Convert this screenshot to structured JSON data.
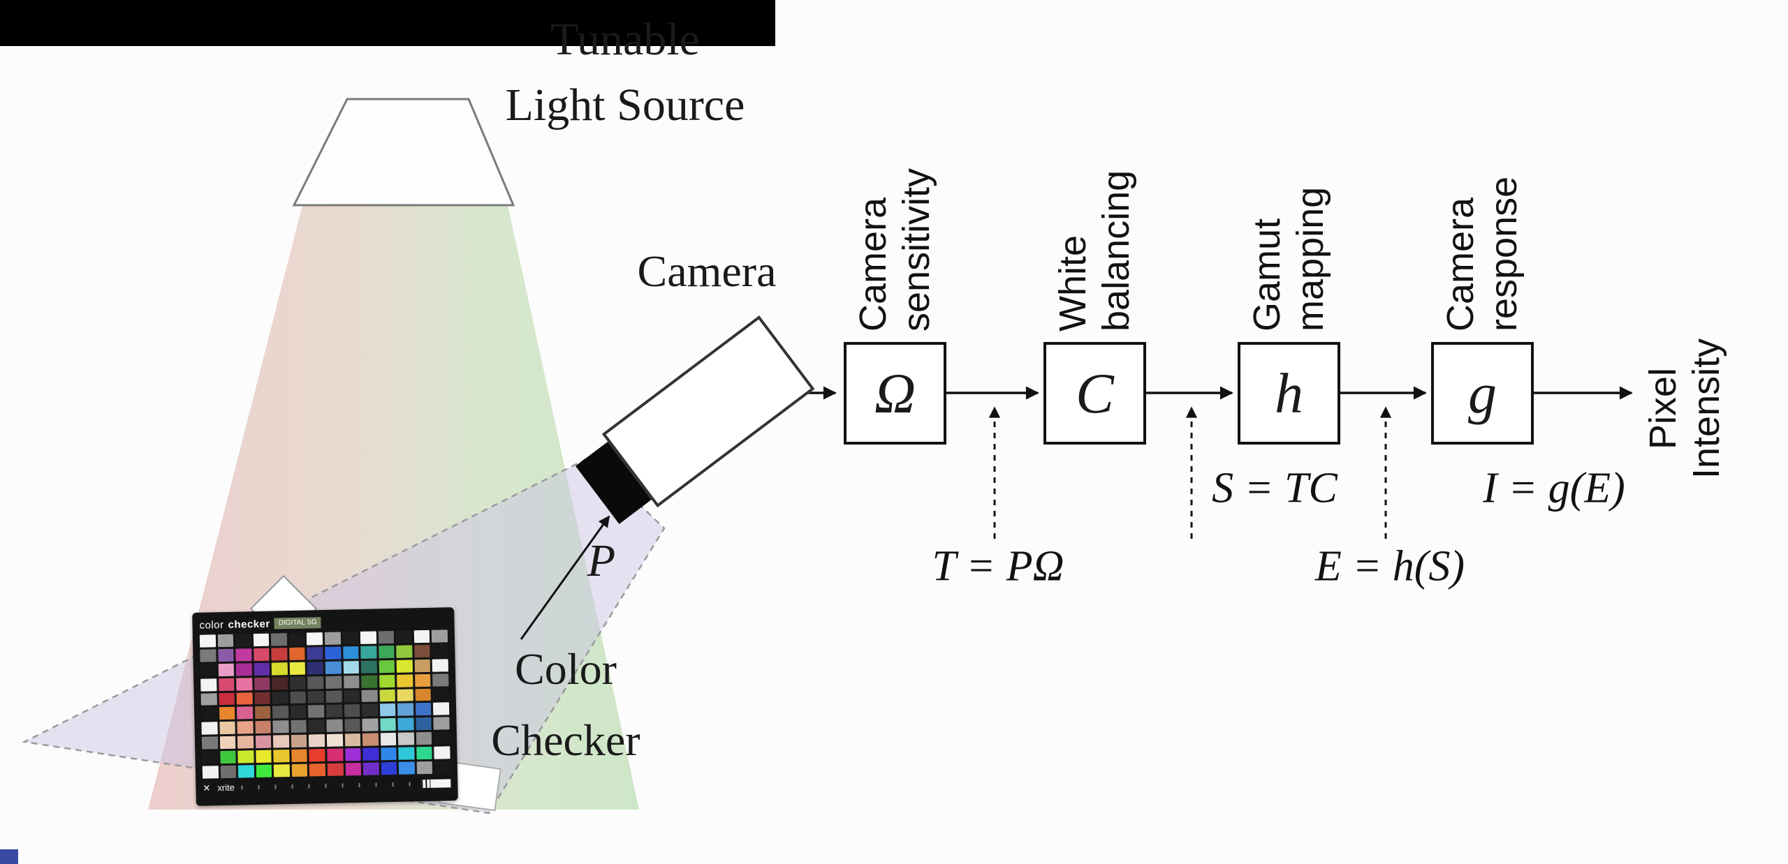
{
  "scene": {
    "light_source": {
      "line1": "Tunable",
      "line2": "Light Source"
    },
    "camera_label": "Camera",
    "p_label": "P",
    "checker_label": {
      "line1": "Color",
      "line2": "Checker"
    },
    "checker": {
      "brand_light": "color",
      "brand_bold": "checker",
      "badge": "DIGITAL SG",
      "logo_mark": "✕",
      "logo": "xrite",
      "grid": [
        [
          "#f5f5f5",
          "#9e9e9e",
          "#1c1c1c",
          "#f5f5f5",
          "#6e6e6e",
          "#1c1c1c",
          "#f5f5f5",
          "#9e9e9e",
          "#1c1c1c",
          "#f5f5f5",
          "#6e6e6e",
          "#1c1c1c",
          "#f5f5f5",
          "#9e9e9e"
        ],
        [
          "#7a7a7a",
          "#8a5ba8",
          "#c13a9e",
          "#d84a6a",
          "#c83c3c",
          "#e0662e",
          "#3c3c96",
          "#2e62d8",
          "#2e8ed8",
          "#38a89e",
          "#3ca85a",
          "#92c83e",
          "#7a4e3a",
          "#181818"
        ],
        [
          "#181818",
          "#e89ec8",
          "#a82e96",
          "#622ea8",
          "#d8d82e",
          "#e8e83e",
          "#2e2e72",
          "#4a8ed8",
          "#a2d8e8",
          "#2e7262",
          "#6ac83e",
          "#d8e82e",
          "#c89e62",
          "#f2f2f2"
        ],
        [
          "#f2f2f2",
          "#d84a72",
          "#e872a2",
          "#8e3a62",
          "#4a2626",
          "#303030",
          "#585858",
          "#727272",
          "#8e8e8e",
          "#3a7230",
          "#9ed82e",
          "#e8c82e",
          "#e89e3e",
          "#7a7a7a"
        ],
        [
          "#9e9e9e",
          "#c82e3c",
          "#e8623e",
          "#722e2e",
          "#262626",
          "#4e4e4e",
          "#3a3a3a",
          "#585858",
          "#2a2a2a",
          "#8a8a8a",
          "#c8d83e",
          "#e8d862",
          "#d8862e",
          "#181818"
        ],
        [
          "#181818",
          "#e8862e",
          "#d86292",
          "#9e623e",
          "#585858",
          "#2a2a2a",
          "#727272",
          "#3a3a3a",
          "#4e4e4e",
          "#2e2e2e",
          "#8ec8e8",
          "#62a2d8",
          "#3e72c8",
          "#f2f2f2"
        ],
        [
          "#f2f2f2",
          "#e8c8a2",
          "#e8a28a",
          "#c8826a",
          "#8e8e8e",
          "#727272",
          "#2a2a2a",
          "#8a8a8a",
          "#585858",
          "#a2a2a2",
          "#72d8c8",
          "#3ea8d8",
          "#2e629e",
          "#9e9e9e"
        ],
        [
          "#7a7a7a",
          "#f0d2ba",
          "#e8b69e",
          "#d895a0",
          "#e8c8ba",
          "#c8a28a",
          "#e8d2c8",
          "#f0e2d2",
          "#d8baa2",
          "#c88e72",
          "#e8e8e8",
          "#c8c8c8",
          "#8e8e8e",
          "#181818"
        ],
        [
          "#181818",
          "#3ec83e",
          "#c8e82e",
          "#e8e82e",
          "#e8c82e",
          "#e8862e",
          "#e83e2e",
          "#d82e72",
          "#9e2ed8",
          "#3e2ed8",
          "#2e86e8",
          "#2ec8d8",
          "#2ed88e",
          "#f2f2f2"
        ],
        [
          "#f2f2f2",
          "#726f6f",
          "#2ed8d8",
          "#3ee83e",
          "#e8e83e",
          "#e8a22e",
          "#e8622e",
          "#d83c3c",
          "#c82e9e",
          "#722ec8",
          "#2e3ed8",
          "#3a8ee8",
          "#9e9e9e",
          "#181818"
        ]
      ]
    }
  },
  "pipeline": {
    "stages": [
      {
        "symbol": "Ω",
        "label1": "Camera",
        "label2": "sensitivity"
      },
      {
        "symbol": "C",
        "label1": "White",
        "label2": "balancing"
      },
      {
        "symbol": "h",
        "label1": "Gamut",
        "label2": "mapping"
      },
      {
        "symbol": "g",
        "label1": "Camera",
        "label2": "response"
      }
    ],
    "output": {
      "line1": "Pixel",
      "line2": "Intensity"
    },
    "equations": [
      {
        "text": "T = PΩ"
      },
      {
        "text": "S = TC"
      },
      {
        "text": "E = h(S)"
      },
      {
        "text": "I = g(E)"
      }
    ]
  },
  "colors": {
    "cone_pink": "#dfa8a4",
    "cone_green": "#a8d49c",
    "beam_purple": "#c9c1e4",
    "table": "#000000",
    "corner_accent": "#3a49a3",
    "line": "#111111"
  }
}
